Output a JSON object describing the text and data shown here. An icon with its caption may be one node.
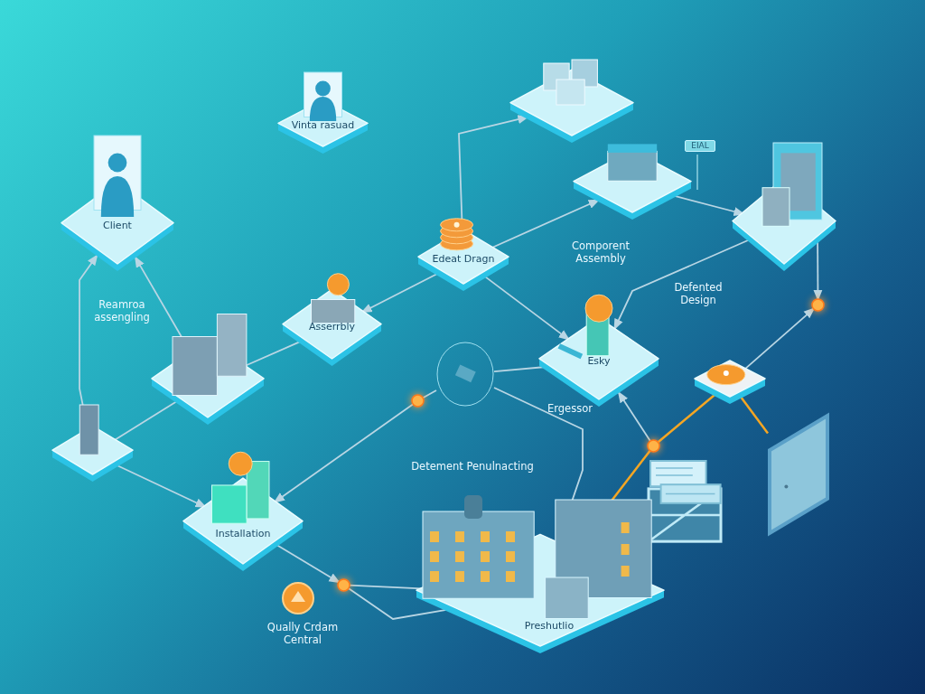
{
  "diagram": {
    "nodes": [
      {
        "text": [
          "Client"
        ]
      },
      {
        "text": [
          "Vinta rasuad"
        ]
      },
      {
        "text": [],
        "shape": "picture"
      },
      {
        "text": [],
        "shape": "picture"
      },
      {
        "text": [],
        "shape": "picture"
      },
      {
        "text": [
          "Edeat Dragn"
        ]
      },
      {
        "text": [
          "Asserrbly"
        ]
      },
      {
        "text": [],
        "shape": "picture",
        "beside": [
          "Reamroa assengling"
        ]
      },
      {
        "text": [],
        "shape": "picture"
      },
      {
        "text": [
          "Esky"
        ]
      },
      {
        "text": [],
        "shape": "picture"
      },
      {
        "text": [
          "Installation"
        ]
      },
      {
        "text": [],
        "shape": "picture"
      },
      {
        "text": [],
        "shape": "picture"
      },
      {
        "text": [],
        "shape": "picture"
      },
      {
        "text": [
          "Preshutlio"
        ],
        "beside": [
          "Detement Penulnacting"
        ]
      },
      {
        "text": [],
        "shape": "circle"
      },
      {
        "text": [],
        "shape": "circle"
      },
      {
        "text": [],
        "shape": "circle"
      },
      {
        "text": [],
        "shape": "circle"
      }
    ],
    "edges": [
      {
        "from": 8,
        "to": 0,
        "arrow": "to"
      },
      {
        "from": 7,
        "to": 0,
        "arrow": "to"
      },
      {
        "from": 5,
        "to": 2,
        "arrow": "to"
      },
      {
        "from": 5,
        "to": 3,
        "arrow": "to"
      },
      {
        "from": 3,
        "to": 4,
        "arrow": "to"
      },
      {
        "from": 5,
        "to": 6,
        "arrow": "to"
      },
      {
        "from": 5,
        "to": 9,
        "arrow": "to"
      },
      {
        "from": 4,
        "to": 9,
        "arrow": "to"
      },
      {
        "from": 4,
        "to": 17,
        "arrow": "to"
      },
      {
        "from": 12,
        "to": 17,
        "arrow": "to"
      },
      {
        "from": 12,
        "to": 13,
        "arrow": "none",
        "color": "#f5a623"
      },
      {
        "from": 12,
        "to": 18,
        "arrow": "none",
        "color": "#f5a623"
      },
      {
        "from": 18,
        "to": 15,
        "arrow": "none",
        "color": "#f5a623"
      },
      {
        "from": 18,
        "to": 9,
        "arrow": "to"
      },
      {
        "from": 10,
        "to": 15,
        "arrow": "to"
      },
      {
        "from": 16,
        "to": 11,
        "arrow": "to"
      },
      {
        "from": 16,
        "to": 10,
        "arrow": "none"
      },
      {
        "from": 10,
        "to": 9,
        "arrow": "none"
      },
      {
        "from": 7,
        "to": 6,
        "arrow": "none"
      },
      {
        "from": 7,
        "to": 8,
        "arrow": "none"
      },
      {
        "from": 8,
        "to": 11,
        "arrow": "to"
      },
      {
        "from": 11,
        "to": 19,
        "arrow": "to"
      },
      {
        "from": 19,
        "to": 15,
        "arrow": "none"
      },
      {
        "from": 19,
        "to": 15,
        "arrow": "none"
      }
    ],
    "labels": [
      "EIAL",
      "Comporent Assembly",
      "Defented Design",
      "Ergessor",
      "Qually Crdam Central"
    ]
  }
}
